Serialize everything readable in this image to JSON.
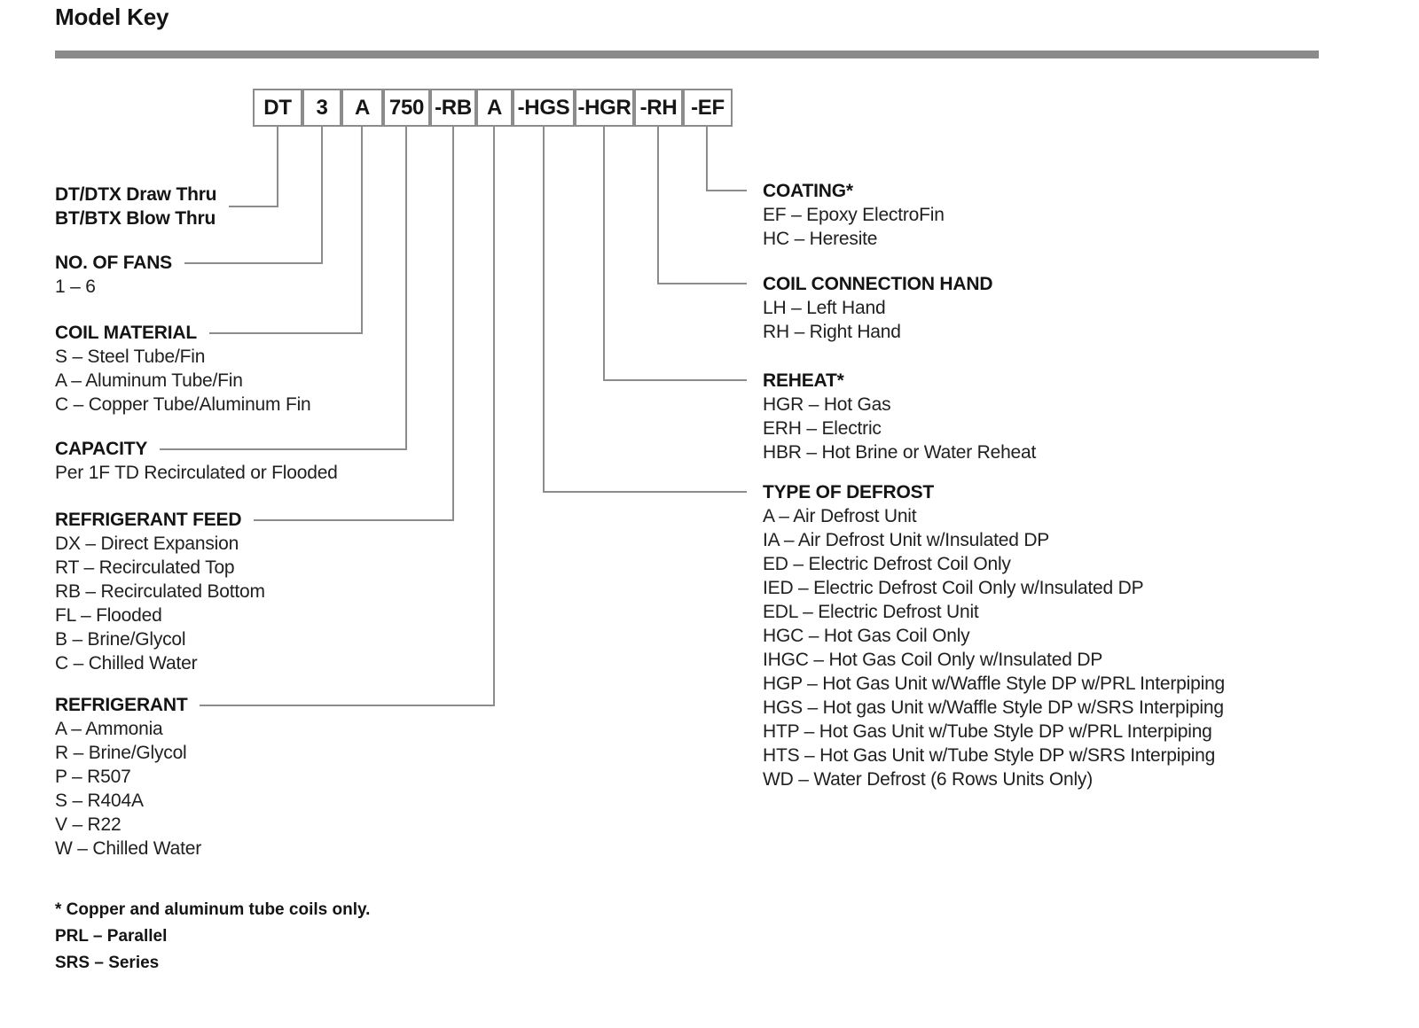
{
  "page": {
    "title": "Model Key"
  },
  "model_code": {
    "segments": [
      "DT",
      "3",
      "A",
      "750",
      "-RB",
      "A",
      "-HGS",
      "-HGR",
      "-RH",
      "-EF"
    ]
  },
  "sections": [
    {
      "id": "unit-type",
      "side": "left",
      "header_lines": [
        "DT/DTX Draw Thru",
        "BT/BTX Blow Thru"
      ],
      "items": []
    },
    {
      "id": "no-of-fans",
      "side": "left",
      "header_lines": [
        "NO. OF FANS"
      ],
      "items": [
        "1 – 6"
      ]
    },
    {
      "id": "coil-material",
      "side": "left",
      "header_lines": [
        "COIL MATERIAL"
      ],
      "items": [
        "S – Steel Tube/Fin",
        "A – Aluminum Tube/Fin",
        "C – Copper Tube/Aluminum Fin"
      ]
    },
    {
      "id": "capacity",
      "side": "left",
      "header_lines": [
        "CAPACITY"
      ],
      "items": [
        "Per 1F TD Recirculated or Flooded"
      ]
    },
    {
      "id": "refrigerant-feed",
      "side": "left",
      "header_lines": [
        "REFRIGERANT FEED"
      ],
      "items": [
        "DX – Direct Expansion",
        "RT – Recirculated Top",
        "RB – Recirculated Bottom",
        "FL – Flooded",
        "B – Brine/Glycol",
        "C – Chilled Water"
      ]
    },
    {
      "id": "refrigerant",
      "side": "left",
      "header_lines": [
        "REFRIGERANT"
      ],
      "items": [
        "A – Ammonia",
        "R – Brine/Glycol",
        "P – R507",
        "S – R404A",
        "V – R22",
        "W – Chilled Water"
      ]
    },
    {
      "id": "type-of-defrost",
      "side": "right",
      "header_lines": [
        "TYPE OF DEFROST"
      ],
      "items": [
        "A – Air Defrost Unit",
        "IA – Air Defrost Unit w/Insulated DP",
        "ED – Electric Defrost Coil Only",
        "IED – Electric Defrost Coil Only w/Insulated DP",
        "EDL – Electric Defrost Unit",
        "HGC – Hot Gas Coil Only",
        "IHGC – Hot Gas Coil Only w/Insulated DP",
        "HGP – Hot Gas Unit w/Waffle Style DP w/PRL Interpiping",
        "HGS – Hot gas Unit w/Waffle Style DP w/SRS Interpiping",
        "HTP – Hot Gas Unit w/Tube Style DP w/PRL Interpiping",
        "HTS – Hot Gas Unit w/Tube Style DP w/SRS Interpiping",
        "WD – Water Defrost (6 Rows Units Only)"
      ]
    },
    {
      "id": "reheat",
      "side": "right",
      "header_lines": [
        "REHEAT*"
      ],
      "items": [
        "HGR – Hot Gas",
        "ERH – Electric",
        "HBR – Hot Brine or Water Reheat"
      ]
    },
    {
      "id": "coil-connection-hand",
      "side": "right",
      "header_lines": [
        "COIL CONNECTION HAND"
      ],
      "items": [
        "LH – Left Hand",
        "RH – Right Hand"
      ]
    },
    {
      "id": "coating",
      "side": "right",
      "header_lines": [
        "COATING*"
      ],
      "items": [
        "EF – Epoxy ElectroFin",
        "HC – Heresite"
      ]
    }
  ],
  "footnotes": [
    "* Copper and aluminum tube coils only.",
    "PRL – Parallel",
    "SRS – Series"
  ],
  "colors": {
    "line_gray": "#8c8c8c",
    "rule_gray": "#8a8a8a",
    "text": "#1c1c1c"
  }
}
